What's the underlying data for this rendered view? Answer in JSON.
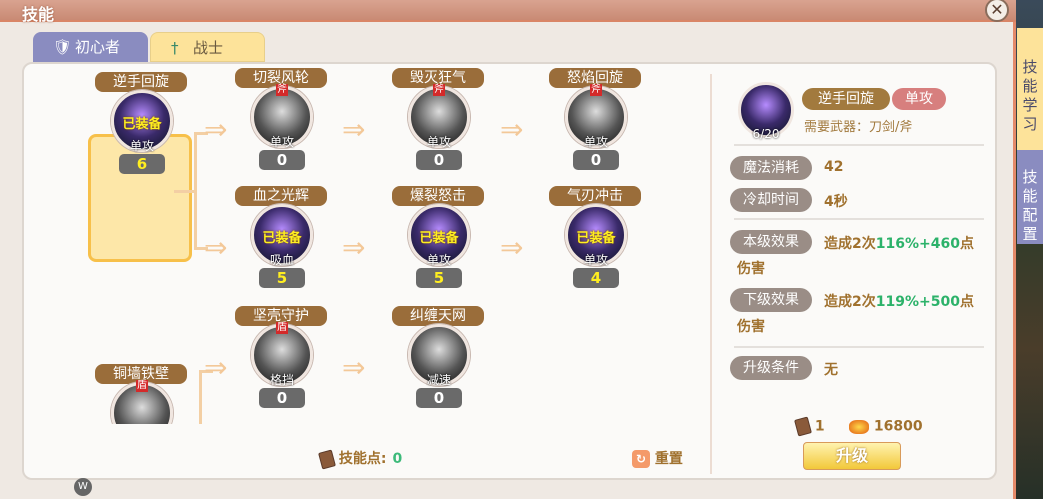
{
  "window": {
    "title": "技能",
    "close": "✕"
  },
  "tabs": [
    {
      "label": "初心者",
      "icon": "shield-icon"
    },
    {
      "label": "战士",
      "icon": "sword-icon"
    }
  ],
  "side_tabs": [
    "技能学习",
    "技能配置"
  ],
  "skills": [
    {
      "name": "逆手回旋",
      "type": "单攻",
      "level": "6",
      "equipped": "已装备",
      "selected": true
    },
    {
      "name": "切裂风轮",
      "type": "单攻",
      "level": "0",
      "badge": "斧"
    },
    {
      "name": "毁灭狂气",
      "type": "单攻",
      "level": "0",
      "badge": "斧"
    },
    {
      "name": "怒焰回旋",
      "type": "单攻",
      "level": "0",
      "badge": "斧"
    },
    {
      "name": "血之光辉",
      "type": "吸血",
      "level": "5",
      "equipped": "已装备"
    },
    {
      "name": "爆裂怒击",
      "type": "单攻",
      "level": "5",
      "equipped": "已装备"
    },
    {
      "name": "气刃冲击",
      "type": "单攻",
      "level": "4",
      "equipped": "已装备"
    },
    {
      "name": "坚壳守护",
      "type": "格挡",
      "level": "0",
      "badge": "盾"
    },
    {
      "name": "纠缠天网",
      "type": "减速",
      "level": "0"
    },
    {
      "name": "铜墙铁壁",
      "type": "",
      "level": "",
      "badge": "盾"
    }
  ],
  "skill_points": {
    "label": "技能点:",
    "value": "0"
  },
  "reset_label": "重置",
  "detail": {
    "name": "逆手回旋",
    "type": "单攻",
    "progress": "6/20",
    "weapon": "需要武器：刀剑/斧",
    "mp_label": "魔法消耗",
    "mp": "42",
    "cd_label": "冷却时间",
    "cd": "4秒",
    "cur_label": "本级效果",
    "cur_pre": "造成2次",
    "cur_hl": "116%+460",
    "cur_post": "点",
    "cur_line2": "伤害",
    "next_label": "下级效果",
    "next_pre": "造成2次",
    "next_hl": "119%+500",
    "next_post": "点",
    "next_line2": "伤害",
    "req_label": "升级条件",
    "req": "无",
    "cost_points": "1",
    "cost_gold": "16800",
    "upgrade": "升级"
  },
  "w_button": "W"
}
